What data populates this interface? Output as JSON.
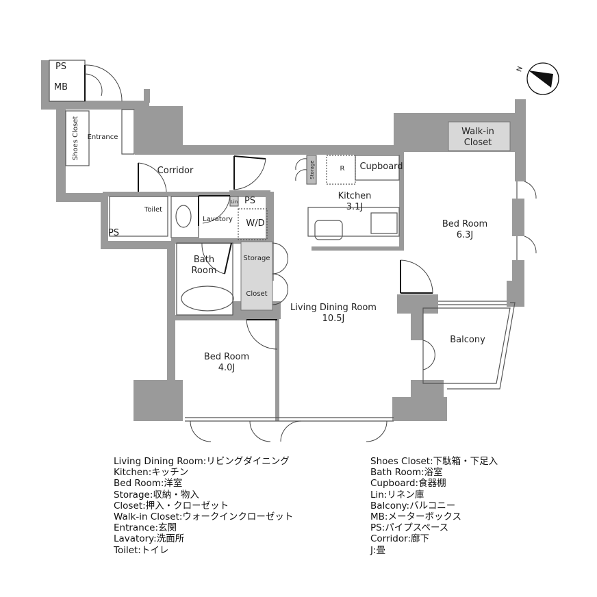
{
  "plan": {
    "rooms": {
      "ps_top": "PS",
      "mb": "MB",
      "shoes_closet": "Shoes Closet",
      "entrance": "Entrance",
      "corridor": "Corridor",
      "toilet": "Toilet",
      "ps_toilet": "PS",
      "lavatory": "Lavatory",
      "lin": "Lin",
      "ps_lav": "PS",
      "wd": "W/D",
      "bath_room_1": "Bath",
      "bath_room_2": "Room",
      "storage_hall": "Storage",
      "closet": "Closet",
      "storage_kitchen": "Storage",
      "fridge": "R",
      "cupboard": "Cupboard",
      "kitchen": "Kitchen",
      "kitchen_size": "3.1J",
      "ldr": "Living Dining Room",
      "ldr_size": "10.5J",
      "bed_room_large": "Bed Room",
      "bed_room_large_size": "6.3J",
      "walk_in_closet_1": "Walk-in",
      "walk_in_closet_2": "Closet",
      "balcony": "Balcony",
      "bed_room_small": "Bed Room",
      "bed_room_small_size": "4.0J"
    },
    "compass": {
      "label": "N",
      "icon": "north-arrow-icon"
    },
    "colors": {
      "wall": "#9a9a9a",
      "storage_fill": "#d8d8d8"
    }
  },
  "legend": {
    "left": [
      "Living Dining Room:リビングダイニング",
      "Kitchen:キッチン",
      "Bed Room:洋室",
      "Storage:収納・物入",
      "Closet:押入・クローゼット",
      "Walk-in Closet:ウォークインクローゼット",
      "Entrance:玄関",
      "Lavatory:洗面所",
      "Toilet:トイレ"
    ],
    "right": [
      "Shoes Closet:下駄箱・下足入",
      "Bath Room:浴室",
      "Cupboard:食器棚",
      "Lin:リネン庫",
      "Balcony:バルコニー",
      "MB:メーターボックス",
      "PS:パイプスペース",
      "Corridor:廊下",
      "J:畳"
    ]
  }
}
